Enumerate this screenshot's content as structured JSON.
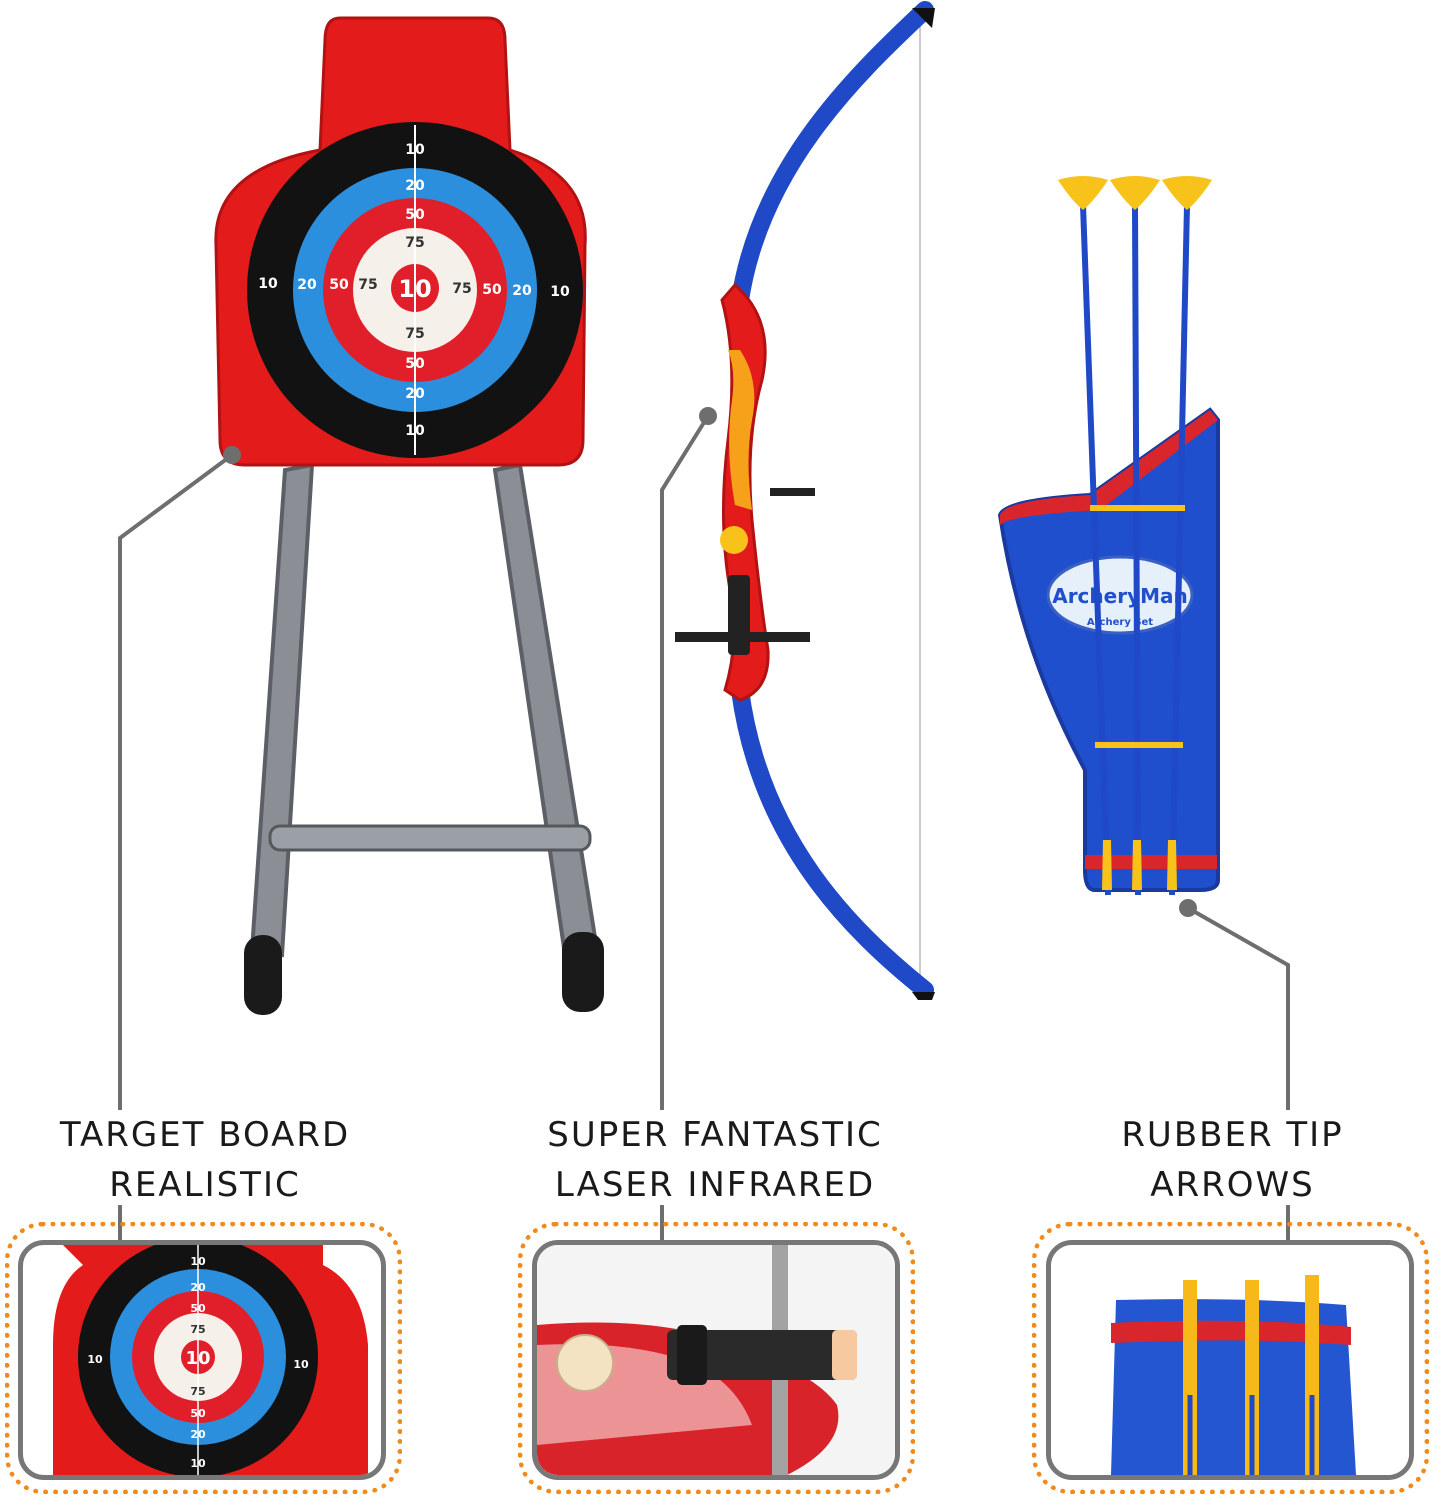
{
  "features": [
    {
      "line1": "TARGET BOARD",
      "line2": "REALISTIC"
    },
    {
      "line1": "SUPER FANTASTIC",
      "line2": "LASER INFRARED"
    },
    {
      "line1": "RUBBER TIP",
      "line2": "ARROWS"
    }
  ],
  "target_scores": {
    "outer": "10",
    "ring20": "20",
    "ring50": "50",
    "ring75": "75",
    "center": "10"
  },
  "quiver_logo": {
    "title": "ArcheryMan",
    "subtitle": "Archery Set"
  },
  "colors": {
    "accent_orange": "#f08a1c",
    "frame_gray": "#777777",
    "target_red": "#e31b1b",
    "bow_blue": "#1f49c6",
    "tip_yellow": "#f7c21a"
  }
}
